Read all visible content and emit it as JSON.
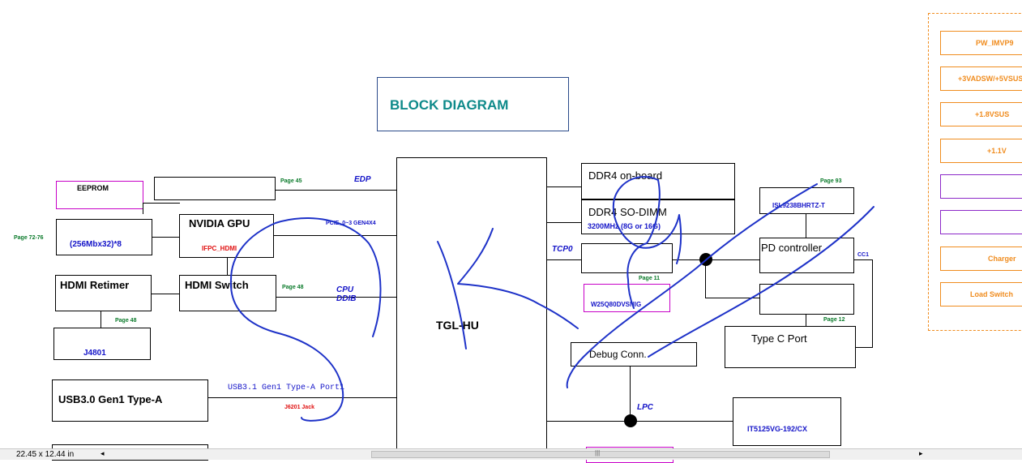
{
  "title": "BLOCK DIAGRAM",
  "soc": "TGL-HU",
  "blocks": {
    "eeprom": "EEPROM",
    "vram": "(256Mbx32)*8",
    "gpu": "NVIDIA GPU",
    "gpu_sub": "IFPC_HDMI",
    "hdmi_retimer": "HDMI Retimer",
    "hdmi_switch": "HDMI Switch",
    "hdmi_conn": "J4801",
    "usb30": "USB3.0 Gen1 Type-A",
    "ddr4_onboard": "DDR4 on-board",
    "ddr4_sodimm": "DDR4 SO-DIMM",
    "ddr4_speed": "3200MHz (8G or 16G)",
    "isl": "ISL9238BHRTZ-T",
    "pd": "PD controller",
    "typec": "Type C Port",
    "spi_flash": "W25Q80DVSNIG",
    "debug": "Debug Conn.",
    "ec": "IT5125VG-192/CX"
  },
  "buses": {
    "edp": "EDP",
    "pcie": "PCIE_0~3 GEN4X4",
    "cpu_ddib": [
      "CPU",
      "DDIB"
    ],
    "usb31": "USB3.1 Gen1 Type-A Port1",
    "usb31_jack": "J6201 Jack",
    "tcp0": "TCP0",
    "lpc": "LPC",
    "cc1": "CC1"
  },
  "pages": {
    "p45": "Page 45",
    "p7276": "Page 72-76",
    "p48a": "Page 48",
    "p48b": "Page 48",
    "p93": "Page 93",
    "p11": "Page 11",
    "p12": "Page 12"
  },
  "power_rails": [
    "PW_IMVP9",
    "+3VADSW/+5VSUS",
    "+1.8VSUS",
    "+1.1V",
    "",
    "",
    "Charger",
    "Load Switch"
  ],
  "status": {
    "size": "22.45 x 12.44 in"
  },
  "colors": {
    "title": "#0e8a8a",
    "blue_text": "#1414c8",
    "green_text": "#0a7a2a",
    "red_text": "#e01010",
    "orange": "#f08c1e",
    "magenta": "#c800c8",
    "purple": "#8c28c8",
    "ink": "#1e32c8"
  }
}
